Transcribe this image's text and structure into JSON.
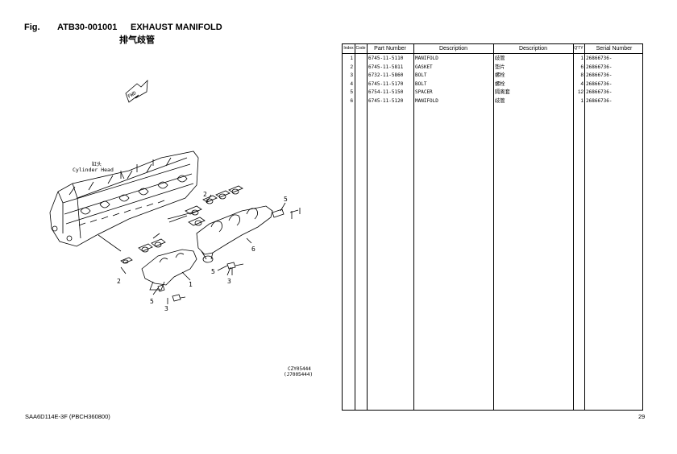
{
  "header": {
    "fig_label": "Fig.",
    "code": "ATB30-001001",
    "title": "EXHAUST MANIFOLD",
    "title_cn": "排气歧管"
  },
  "diagram": {
    "cylinder_head_cn": "缸头",
    "cylinder_head_en": "Cylinder Head",
    "fwd_label": "FWD",
    "callouts": [
      "1",
      "2",
      "3",
      "5",
      "2",
      "3",
      "5",
      "6"
    ],
    "caption_1": "CZY05444",
    "caption_2": "(J7005444)"
  },
  "table": {
    "headers": {
      "index": "Index",
      "code": "Code",
      "part_number": "Part Number",
      "description": "Description",
      "description_cn": "Description",
      "qty": "Q'TY",
      "serial": "Serial Number"
    },
    "rows": [
      {
        "index": "1",
        "code": "",
        "part_number": "6745-11-5110",
        "description": "MANIFOLD",
        "description_cn": "歧管",
        "qty": "1",
        "serial": "26866736-"
      },
      {
        "index": "2",
        "code": "",
        "part_number": "6745-11-5811",
        "description": "GASKET",
        "description_cn": "垫片",
        "qty": "6",
        "serial": "26866736-"
      },
      {
        "index": "3",
        "code": "",
        "part_number": "6732-11-5860",
        "description": "BOLT",
        "description_cn": "螺栓",
        "qty": "8",
        "serial": "26866736-"
      },
      {
        "index": "4",
        "code": "",
        "part_number": "6745-11-5170",
        "description": "BOLT",
        "description_cn": "螺栓",
        "qty": "4",
        "serial": "26866736-"
      },
      {
        "index": "5",
        "code": "",
        "part_number": "6754-11-5150",
        "description": "SPACER",
        "description_cn": "隔离套",
        "qty": "12",
        "serial": "26866736-"
      },
      {
        "index": "6",
        "code": "",
        "part_number": "6745-11-5120",
        "description": "MANIFOLD",
        "description_cn": "歧管",
        "qty": "1",
        "serial": "26866736-"
      }
    ]
  },
  "footer": {
    "model": "SAA6D114E-3F  (PBCH360800)",
    "page": "29"
  }
}
